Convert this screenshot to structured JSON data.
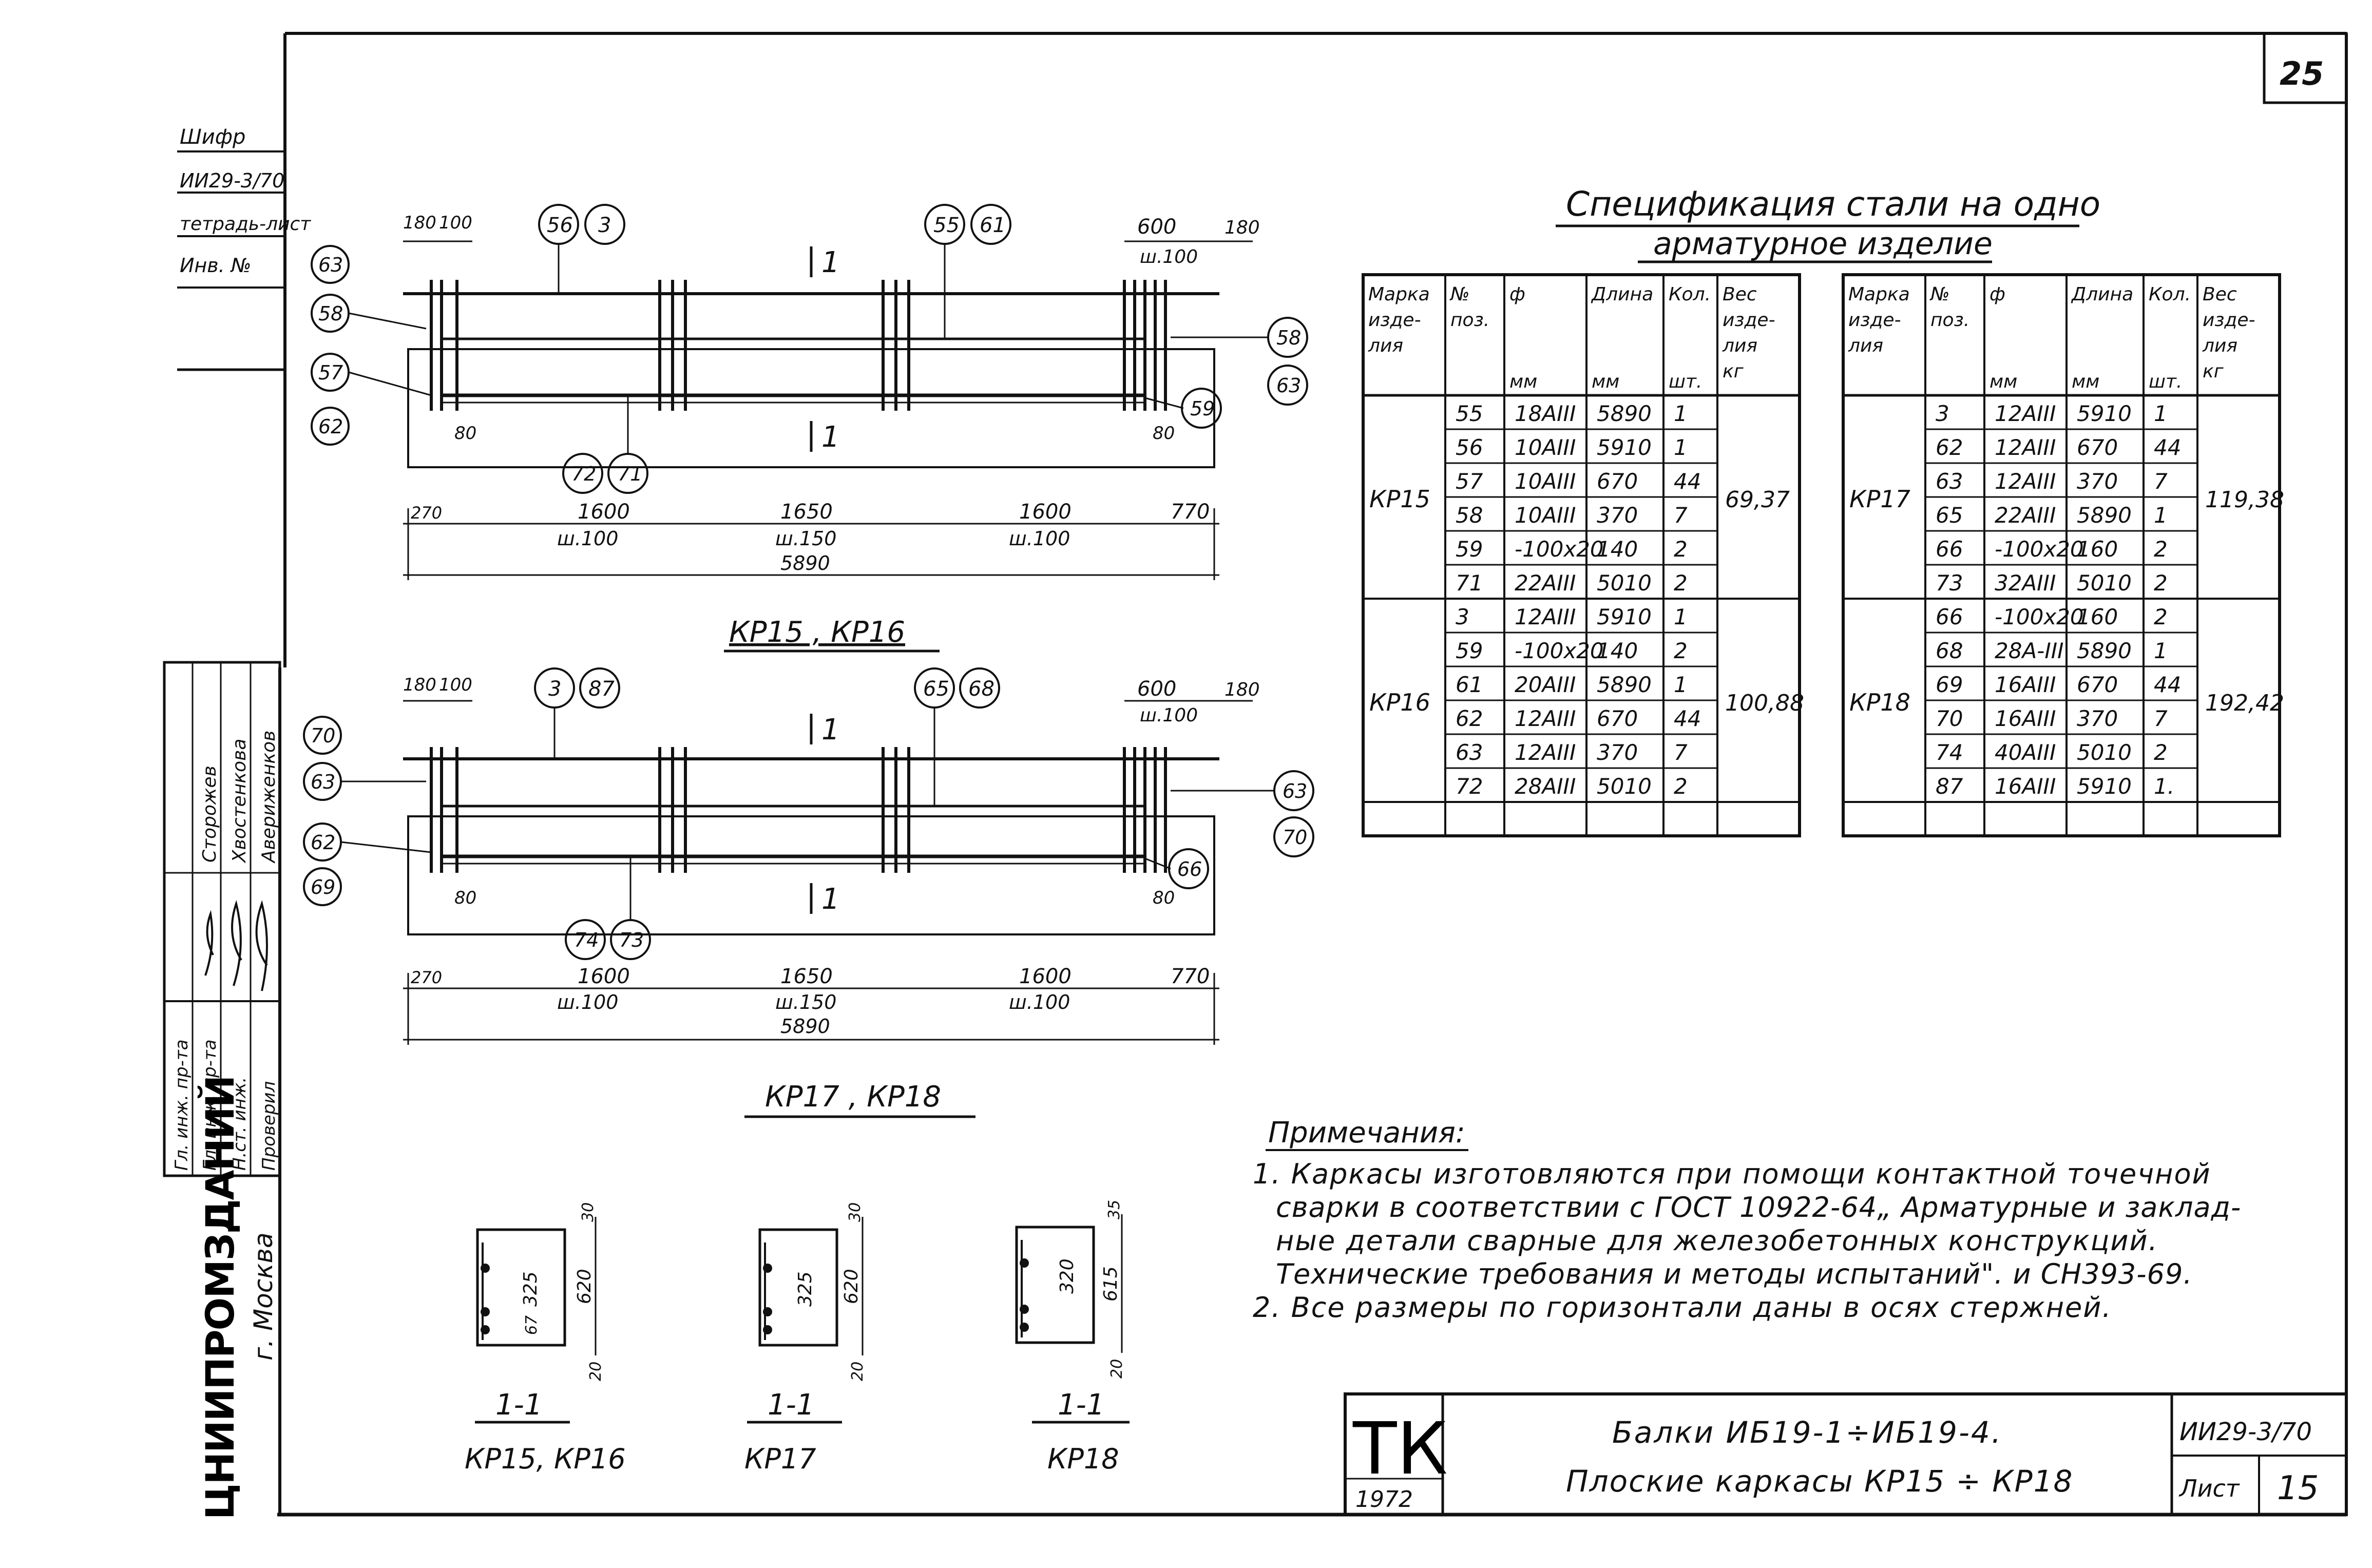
{
  "sheet_number": "25",
  "stamp_left": {
    "shifr_label": "Шифр",
    "shifr_value": "ИИ29-3/70",
    "tetrad_list": "тетрадь-лист",
    "inv_no": "Инв. №"
  },
  "side_block": {
    "roles": [
      "Гл. инж. пр-та",
      "Гл. инж. пр-та",
      "Н.ст. инж.",
      "Проверил"
    ],
    "names": [
      "Сторожев",
      "Хвостенкова",
      "Авериженков",
      ""
    ],
    "org": "ЦНИИПРОМЗДАНИЙ",
    "city": "г. Москва"
  },
  "frames": [
    {
      "title": "КР15 , КР16",
      "top_dims": [
        "180",
        "100",
        "600",
        "180"
      ],
      "step_top": "ш.100",
      "bottom_dims": [
        "270",
        "1600",
        "1650",
        "1600",
        "770"
      ],
      "bottom_steps": [
        "ш.100",
        "ш.150",
        "ш.100"
      ],
      "total": "5890",
      "offsets": [
        "80",
        "80"
      ],
      "section_mark": "1",
      "bubbles_top": [
        "56",
        "3",
        "55",
        "61"
      ],
      "bubbles_left": [
        "63",
        "58",
        "57",
        "62"
      ],
      "bubbles_right": [
        "58",
        "63"
      ],
      "bubbles_bottom": [
        "72",
        "71"
      ],
      "bubble_right_low": "59"
    },
    {
      "title": "КР17 , КР18",
      "top_dims": [
        "180",
        "100",
        "600",
        "180"
      ],
      "step_top": "ш.100",
      "bottom_dims": [
        "270",
        "1600",
        "1650",
        "1600",
        "770"
      ],
      "bottom_steps": [
        "ш.100",
        "ш.150",
        "ш.100"
      ],
      "total": "5890",
      "offsets": [
        "80",
        "80"
      ],
      "section_mark": "1",
      "bubbles_top": [
        "3",
        "87",
        "65",
        "68"
      ],
      "bubbles_left": [
        "70",
        "63",
        "62",
        "69"
      ],
      "bubbles_right": [
        "63",
        "70"
      ],
      "bubbles_bottom": [
        "74",
        "73"
      ],
      "bubble_right_low": "66"
    }
  ],
  "sections": [
    {
      "title": "1-1",
      "caption": "КР15, КР16",
      "dims": [
        "30",
        "325",
        "620",
        "67",
        "20"
      ]
    },
    {
      "title": "1-1",
      "caption": "КР17",
      "dims": [
        "30",
        "325",
        "620",
        "20"
      ]
    },
    {
      "title": "1-1",
      "caption": "КР18",
      "dims": [
        "35",
        "320",
        "615",
        "20"
      ]
    }
  ],
  "spec": {
    "title_line1": "Спецификация стали на одно",
    "title_line2": "арматурное изделие",
    "headers": {
      "mark": [
        "Марка",
        "изде-",
        "лия"
      ],
      "pos": [
        "№",
        "поз."
      ],
      "dia": [
        "ф",
        "мм"
      ],
      "len": [
        "Длина",
        "мм"
      ],
      "qty": [
        "Кол.",
        "шт."
      ],
      "wt": [
        "Вес",
        "изде-",
        "лия",
        "кг"
      ]
    },
    "left": [
      {
        "mark": "КР15",
        "weight": "69,37",
        "rows": [
          [
            "55",
            "18АIII",
            "5890",
            "1"
          ],
          [
            "56",
            "10АIII",
            "5910",
            "1"
          ],
          [
            "57",
            "10АIII",
            "670",
            "44"
          ],
          [
            "58",
            "10АIII",
            "370",
            "7"
          ],
          [
            "59",
            "-100х20",
            "140",
            "2"
          ],
          [
            "71",
            "22АIII",
            "5010",
            "2"
          ]
        ]
      },
      {
        "mark": "КР16",
        "weight": "100,88",
        "rows": [
          [
            "3",
            "12АIII",
            "5910",
            "1"
          ],
          [
            "59",
            "-100х20",
            "140",
            "2"
          ],
          [
            "61",
            "20АIII",
            "5890",
            "1"
          ],
          [
            "62",
            "12АIII",
            "670",
            "44"
          ],
          [
            "63",
            "12АIII",
            "370",
            "7"
          ],
          [
            "72",
            "28АIII",
            "5010",
            "2"
          ]
        ]
      }
    ],
    "right": [
      {
        "mark": "КР17",
        "weight": "119,38",
        "rows": [
          [
            "3",
            "12АIII",
            "5910",
            "1"
          ],
          [
            "62",
            "12АIII",
            "670",
            "44"
          ],
          [
            "63",
            "12АIII",
            "370",
            "7"
          ],
          [
            "65",
            "22АIII",
            "5890",
            "1"
          ],
          [
            "66",
            "-100х20",
            "160",
            "2"
          ],
          [
            "73",
            "32АIII",
            "5010",
            "2"
          ]
        ]
      },
      {
        "mark": "КР18",
        "weight": "192,42",
        "rows": [
          [
            "66",
            "-100х20",
            "160",
            "2"
          ],
          [
            "68",
            "28А-III",
            "5890",
            "1"
          ],
          [
            "69",
            "16АIII",
            "670",
            "44"
          ],
          [
            "70",
            "16АIII",
            "370",
            "7"
          ],
          [
            "74",
            "40АIII",
            "5010",
            "2"
          ],
          [
            "87",
            "16АIII",
            "5910",
            "1."
          ]
        ]
      }
    ]
  },
  "notes": {
    "title": "Примечания:",
    "lines": [
      "1. Каркасы  изготовляются при помощи контактной точечной",
      "сварки в соответствии с ГОСТ 10922-64„ Арматурные и заклад-",
      "ные  детали  сварные  для  железобетонных  конструкций.",
      "Технические требования и методы испытаний\". и СН393-69.",
      "2. Все  размеры  по горизонтали  даны  в осях  стержней."
    ]
  },
  "title_block": {
    "tk": "ТК",
    "year": "1972",
    "line1": "Балки ИБ19-1÷ИБ19-4.",
    "line2": "Плоские  каркасы  КР15 ÷ КР18",
    "code": "ИИ29-3/70",
    "list_label": "Лист",
    "list_number": "15"
  }
}
